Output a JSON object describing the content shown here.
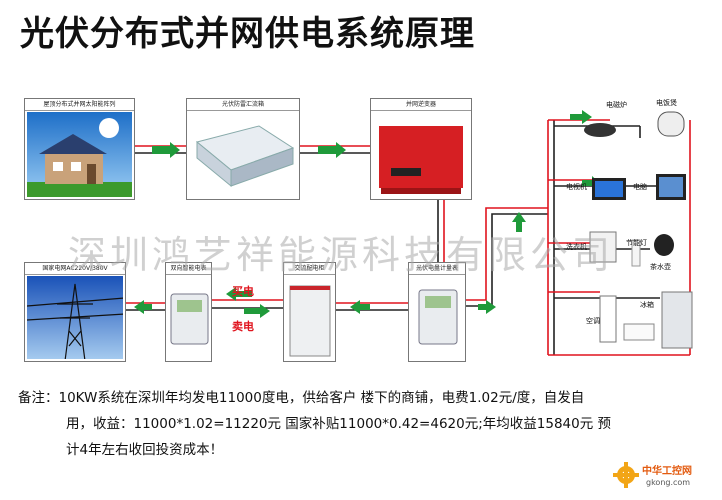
{
  "title": "光伏分布式并网供电系统原理",
  "watermark": "深圳鸿艺祥能源科技有限公司",
  "boxes": {
    "solar_array": "屋顶分布式并网太阳能阵列",
    "combiner": "光伏防雷汇流箱",
    "inverter": "并网逆变器",
    "grid": "国家电网AC220V/380V",
    "bidirectional_meter": "双向智能电表",
    "ac_cabinet": "交流配电柜",
    "pv_meter": "光伏电量计量表"
  },
  "flow": {
    "buy": "买电",
    "sell": "卖电"
  },
  "appliances": {
    "induction_cooker": "电磁炉",
    "rice_cooker": "电饭煲",
    "tv": "电视机",
    "computer": "电脑",
    "washer": "洗衣机",
    "lamp": "节能灯",
    "kettle": "茶水壶",
    "ac": "空调",
    "fridge": "冰箱"
  },
  "note": {
    "line1": "备注：10KW系统在深圳年均发电11000度电，供给客户 楼下的商铺，电费1.02元/度，自发自",
    "line2": "用，收益：11000*1.02=11220元 国家补贴11000*0.42=4620元;年均收益15840元   预",
    "line3": "计4年左右收回投资成本！"
  },
  "logo": {
    "name": "中华工控网",
    "url": "gkong.com"
  }
}
